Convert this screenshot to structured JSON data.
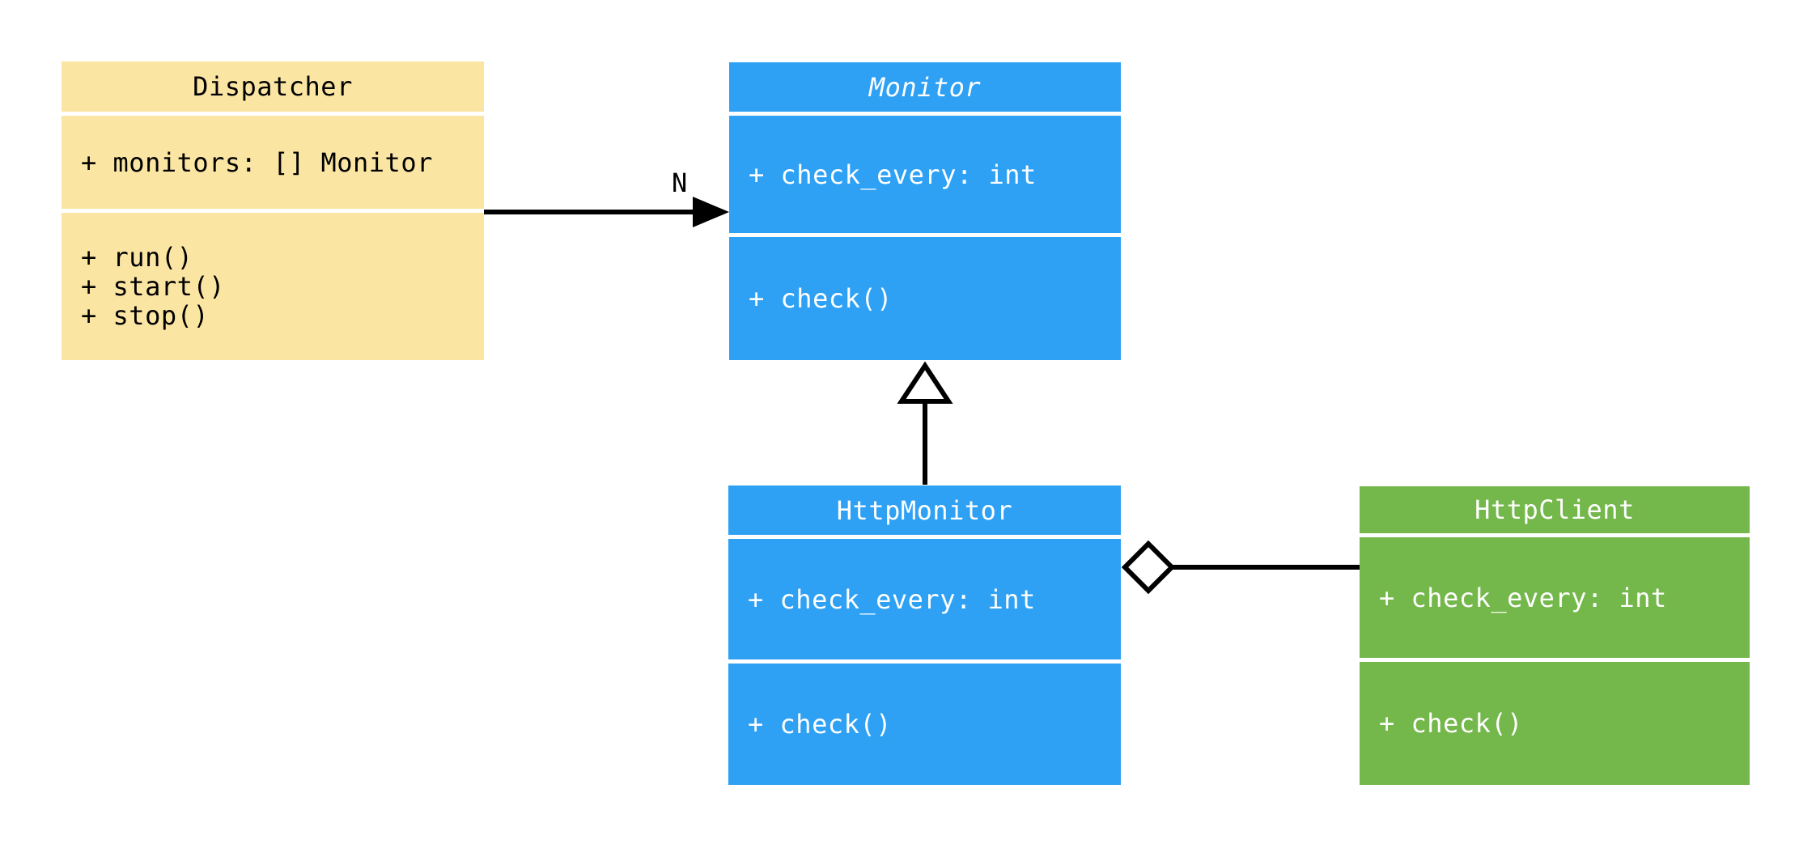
{
  "diagram": {
    "kind": "uml-class-diagram",
    "connector_color": "#000000",
    "classes": {
      "dispatcher": {
        "name": "Dispatcher",
        "abstract": false,
        "fill": "#FBE5A3",
        "text_color": "#000000",
        "attributes": [
          "+ monitors: [] Monitor"
        ],
        "methods": [
          "+ run()",
          "+ start()",
          "+ stop()"
        ]
      },
      "monitor": {
        "name": "Monitor",
        "abstract": true,
        "fill": "#2EA1F4",
        "text_color": "#FFFFFF",
        "attributes": [
          "+ check_every: int"
        ],
        "methods": [
          "+ check()"
        ]
      },
      "http_monitor": {
        "name": "HttpMonitor",
        "abstract": false,
        "fill": "#2EA1F4",
        "text_color": "#FFFFFF",
        "attributes": [
          "+ check_every: int"
        ],
        "methods": [
          "+ check()"
        ]
      },
      "http_client": {
        "name": "HttpClient",
        "abstract": false,
        "fill": "#74B74A",
        "text_color": "#FFFFFF",
        "attributes": [
          "+ check_every: int"
        ],
        "methods": [
          "+ check()"
        ]
      }
    },
    "relations": {
      "dispatcher_monitor": {
        "type": "association",
        "from": "Dispatcher",
        "to": "Monitor",
        "multiplicity_label": "N"
      },
      "httpmonitor_monitor": {
        "type": "inheritance",
        "from": "HttpMonitor",
        "to": "Monitor"
      },
      "httpmonitor_httpclient": {
        "type": "aggregation",
        "from": "HttpMonitor",
        "to": "HttpClient"
      }
    }
  }
}
